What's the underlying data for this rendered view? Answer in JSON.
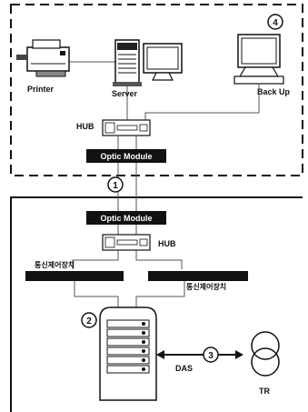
{
  "diagram": {
    "top_zone": {
      "printer_label": "Printer",
      "server_label": "Server",
      "backup_label": "Back Up",
      "hub_label": "HUB",
      "optic_module_label": "Optic Module",
      "marker_4": "4"
    },
    "link": {
      "marker_1": "1"
    },
    "bottom_zone": {
      "optic_module_label": "Optic Module",
      "hub_label": "HUB",
      "comm_control_left": "통신제어장치",
      "comm_control_right": "통신제어장치",
      "marker_2": "2",
      "marker_3": "3",
      "das_label": "DAS",
      "tr_label": "TR"
    }
  }
}
